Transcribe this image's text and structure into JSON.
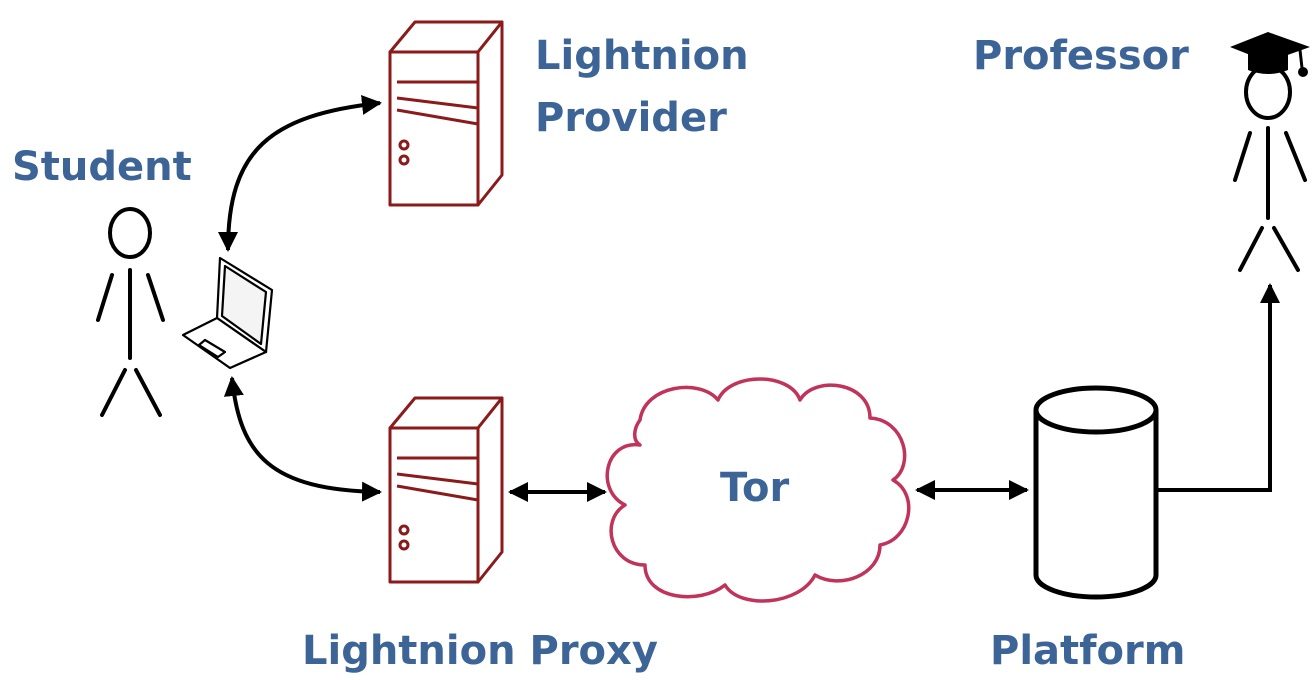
{
  "labels": {
    "student": "Student",
    "professor": "Professor",
    "provider_line1": "Lightnion",
    "provider_line2": "Provider",
    "proxy": "Lightnion Proxy",
    "tor": "Tor",
    "platform": "Platform"
  },
  "colors": {
    "label": "#3c6496",
    "server": "#8b1a1a",
    "cloud": "#c0335a",
    "line": "#000000"
  },
  "icons": [
    "student-figure-icon",
    "professor-figure-icon",
    "graduation-cap-icon",
    "laptop-icon",
    "server-icon",
    "cloud-icon",
    "database-cylinder-icon"
  ]
}
